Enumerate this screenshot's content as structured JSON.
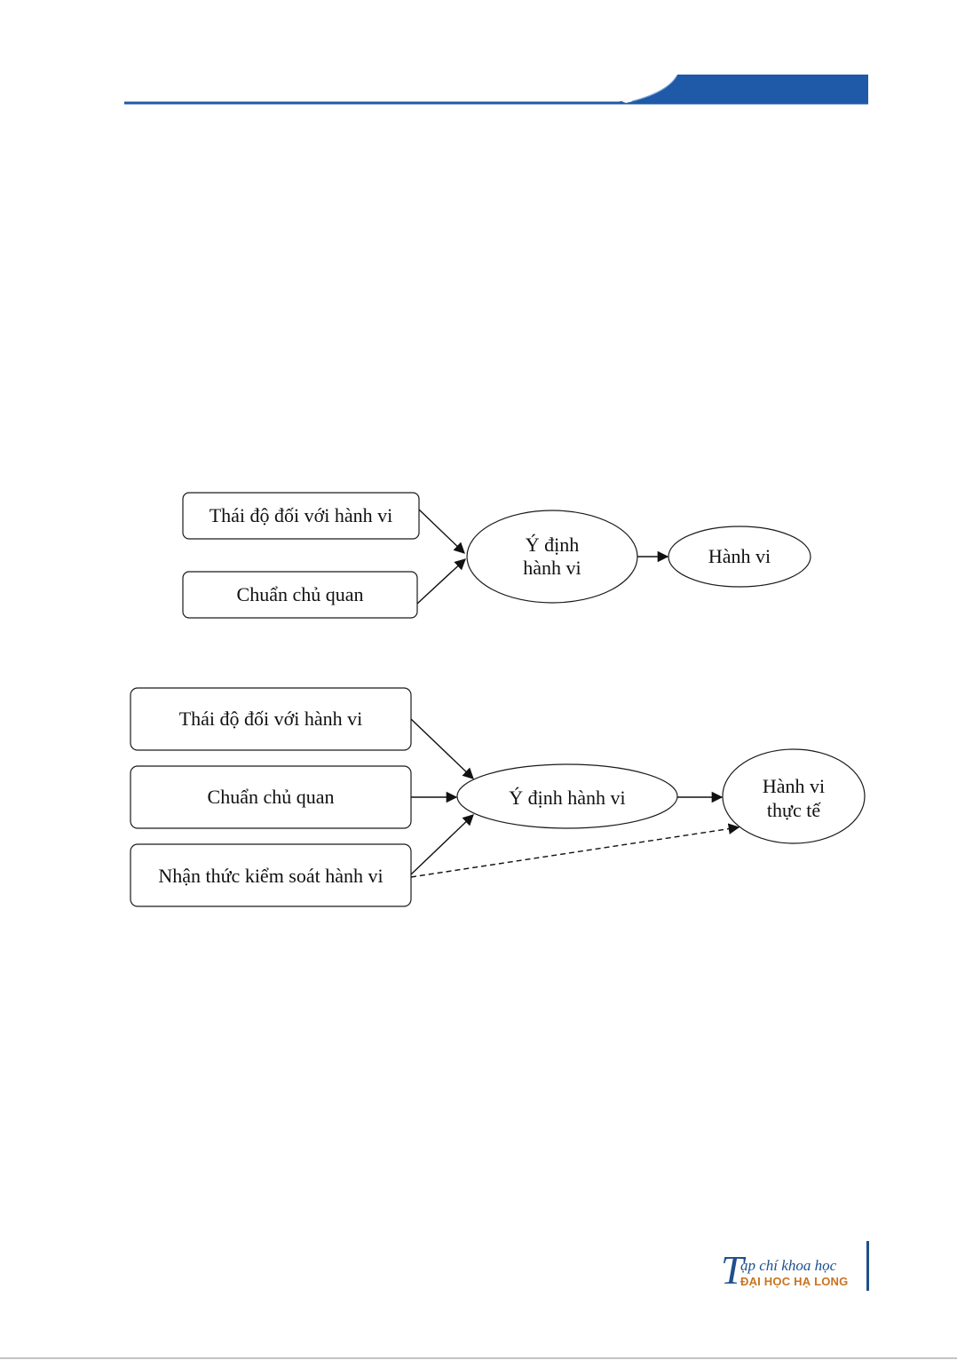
{
  "colors": {
    "header_blue": "#1e5aa8",
    "header_dark": "#1a3e7a",
    "logo_blue": "#1e4f8a",
    "logo_orange": "#c8731e"
  },
  "diagram1": {
    "nodes": [
      {
        "id": "attitude",
        "label": "Thái độ đối với hành vi"
      },
      {
        "id": "subjective_norm",
        "label": "Chuẩn chủ quan"
      },
      {
        "id": "intention",
        "label": "Ý định hành vi"
      },
      {
        "id": "behavior",
        "label": "Hành vi"
      }
    ],
    "edges": [
      {
        "from": "attitude",
        "to": "intention",
        "style": "solid"
      },
      {
        "from": "subjective_norm",
        "to": "intention",
        "style": "solid"
      },
      {
        "from": "intention",
        "to": "behavior",
        "style": "solid"
      }
    ]
  },
  "diagram2": {
    "nodes": [
      {
        "id": "attitude",
        "label": "Thái độ đối với hành vi"
      },
      {
        "id": "subjective_norm",
        "label": "Chuẩn chủ quan"
      },
      {
        "id": "perceived_control",
        "label": "Nhận thức kiểm soát hành vi"
      },
      {
        "id": "intention",
        "label": "Ý định hành vi"
      },
      {
        "id": "actual_behavior",
        "label": "Hành vi thực tế"
      }
    ],
    "edges": [
      {
        "from": "attitude",
        "to": "intention",
        "style": "solid"
      },
      {
        "from": "subjective_norm",
        "to": "intention",
        "style": "solid"
      },
      {
        "from": "perceived_control",
        "to": "intention",
        "style": "solid"
      },
      {
        "from": "intention",
        "to": "actual_behavior",
        "style": "solid"
      },
      {
        "from": "perceived_control",
        "to": "actual_behavior",
        "style": "dashed"
      }
    ]
  },
  "footer": {
    "logo_initial": "T",
    "logo_line1": "ạp chí khoa học",
    "logo_line2": "ĐẠI HỌC HẠ LONG"
  }
}
